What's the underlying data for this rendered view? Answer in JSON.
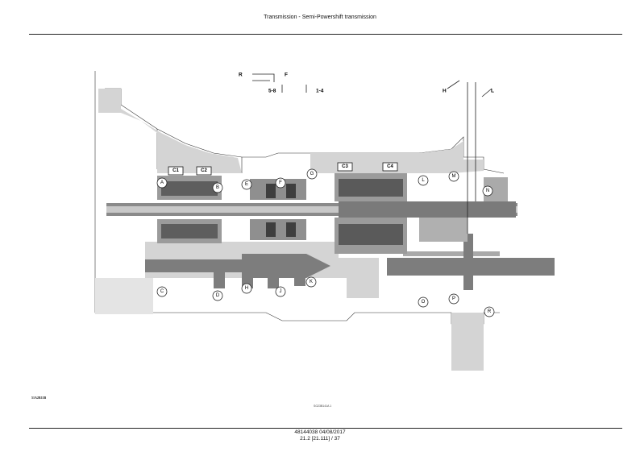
{
  "header": {
    "title": "Transmission - Semi-Powershift transmission"
  },
  "footer": {
    "doc": "48144038 04/08/2017",
    "page": "21.2 [21.111] / 37"
  },
  "figure": {
    "id": "51A2R11B",
    "small_id": "SG23B141A    1"
  },
  "diagram": {
    "circle_labels": [
      "A",
      "B",
      "C",
      "D",
      "E",
      "F",
      "G",
      "H",
      "J",
      "K",
      "L",
      "M",
      "N",
      "O",
      "P",
      "R"
    ],
    "clutch_labels": [
      "C1",
      "C2",
      "C3",
      "C4"
    ],
    "shift_labels": {
      "r": "R",
      "f": "F",
      "range_high": "5-8",
      "range_low": "1-4",
      "h": "H",
      "l": "L"
    }
  }
}
